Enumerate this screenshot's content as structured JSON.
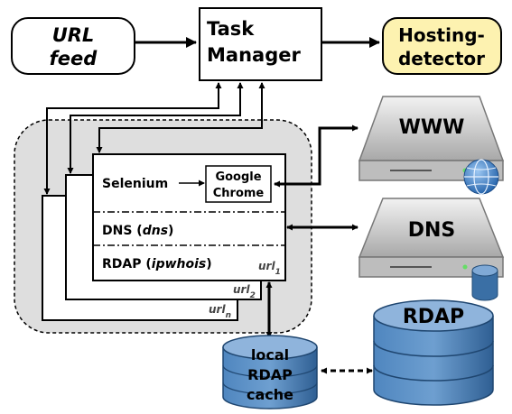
{
  "url_feed": {
    "line1": "URL",
    "line2": "feed"
  },
  "task_manager": {
    "line1": "Task",
    "line2": "Manager"
  },
  "hosting_detector": {
    "line1": "Hosting-",
    "line2": "detector"
  },
  "worker": {
    "selenium_label": "Selenium",
    "chrome_line1": "Google",
    "chrome_line2": "Chrome",
    "dns_label": "DNS",
    "dns_lib": "dns",
    "rdap_label": "RDAP",
    "rdap_lib": "ipwhois",
    "url_tags": [
      {
        "base": "url",
        "sub": "1"
      },
      {
        "base": "url",
        "sub": "2"
      },
      {
        "base": "url",
        "sub": "n"
      }
    ]
  },
  "servers": {
    "www_label": "WWW",
    "dns_label": "DNS"
  },
  "rdap_db_label": "RDAP",
  "local_cache": {
    "line1": "local",
    "line2": "RDAP",
    "line3": "cache"
  },
  "colors": {
    "hosting_detector_fill": "#fdf2b0",
    "worker_pool_bg": "#dedede",
    "server_gray": "#c9c9c9",
    "rdap_blue": "#3a6fa5",
    "globe_blue": "#2f6fb8"
  }
}
